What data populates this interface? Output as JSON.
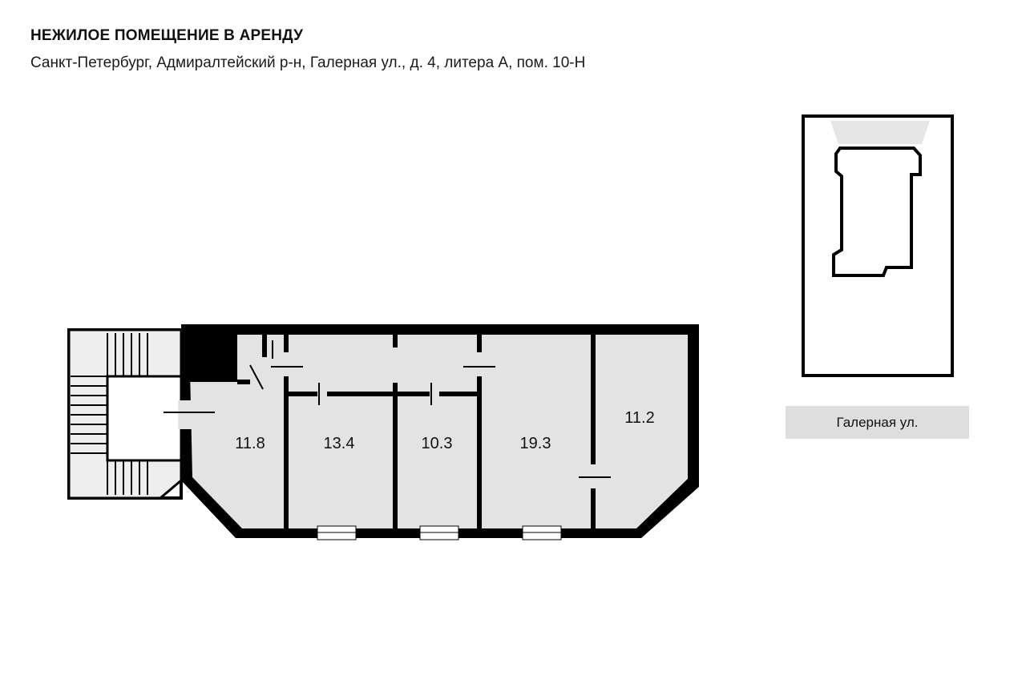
{
  "header": {
    "title": "НЕЖИЛОЕ ПОМЕЩЕНИЕ В АРЕНДУ",
    "address": "Санкт-Петербург, Адмиралтейский р-н, Галерная ул., д. 4, литера А, пом. 10-Н"
  },
  "rooms": [
    {
      "id": "room-1",
      "area": "11.8"
    },
    {
      "id": "room-2",
      "area": "13.4"
    },
    {
      "id": "room-3",
      "area": "10.3"
    },
    {
      "id": "room-4",
      "area": "19.3"
    },
    {
      "id": "room-5",
      "area": "11.2"
    }
  ],
  "site_plan": {
    "street": "Галерная ул."
  },
  "colors": {
    "wall": "#000000",
    "floor": "#e3e3e3",
    "stair": "#eeeeee",
    "street_bg": "#dedede"
  }
}
